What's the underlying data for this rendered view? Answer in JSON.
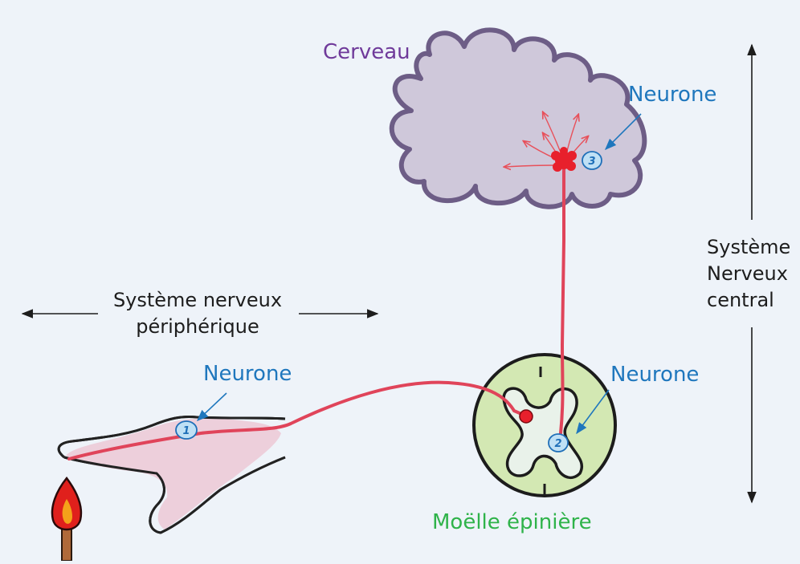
{
  "labels": {
    "brain": "Cerveau",
    "spinal_cord": "Moëlle épinière",
    "neuron_brain": "Neurone",
    "neuron_spinal": "Neurone",
    "neuron_hand": "Neurone",
    "peripheral_line1": "Système nerveux",
    "peripheral_line2": "périphérique",
    "central_line1": "Système",
    "central_line2": "Nerveux",
    "central_line3": "central"
  },
  "neuron_markers": [
    "1",
    "2",
    "3"
  ],
  "colors": {
    "background": "#eef3f9",
    "brain_fill": "#cfc8da",
    "brain_outline": "#6d5d86",
    "spinal_cord_fill": "#d3e8b3",
    "grey_matter_fill": "#e9f2ea",
    "hand_fill": "#ecccd9",
    "nerve_path": "#e0445a",
    "neuron_body": "#e8202c",
    "marker_fill": "#bfe0f5",
    "marker_outline": "#1f6fb8",
    "title_purple": "#6f3a9a",
    "neuron_blue": "#1f77bd",
    "spinal_green": "#2fb34a"
  },
  "icons": [
    "brain-icon",
    "spinal-cord-icon",
    "hand-icon",
    "match-flame-icon"
  ]
}
